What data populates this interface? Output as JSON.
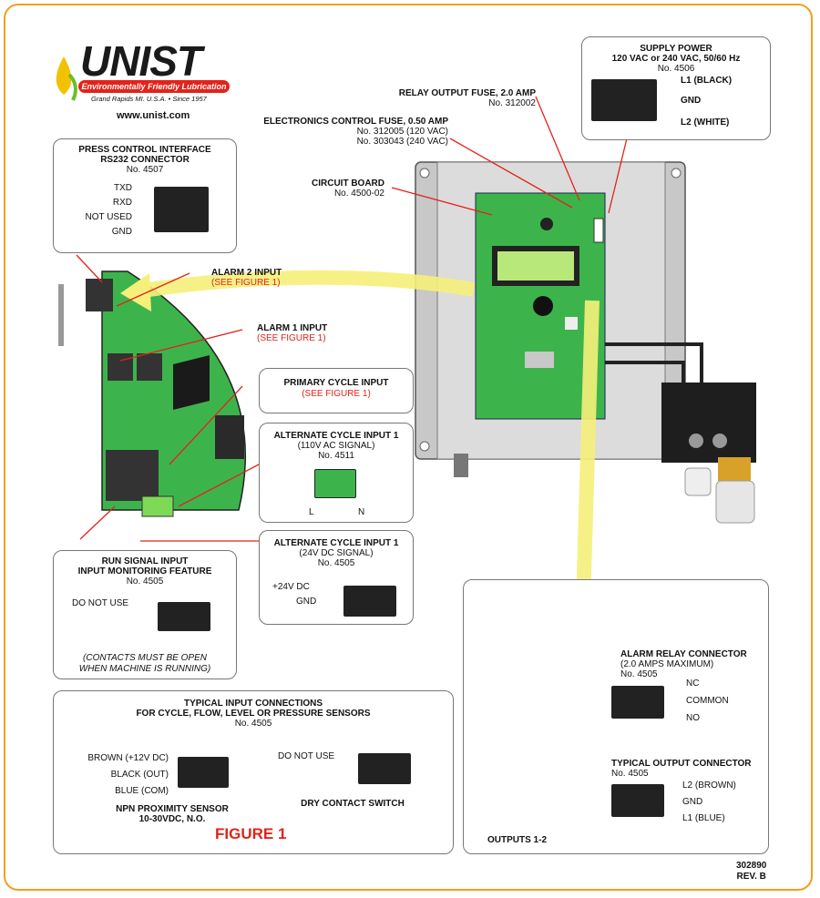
{
  "brand": {
    "logo_text": "UNIST",
    "logo_band": "Environmentally Friendly Lubrication",
    "logo_tagline": "Grand Rapids MI.  U.S.A.  •  Since 1957",
    "url": "www.unist.com"
  },
  "supply_power": {
    "title": "SUPPLY POWER",
    "line1": "120 VAC or 240 VAC, 50/60 Hz",
    "part": "No. 4506",
    "pins": [
      "L1 (BLACK)",
      "GND",
      "L2 (WHITE)"
    ]
  },
  "relay_output_fuse": {
    "title": "RELAY OUTPUT FUSE, 2.0 AMP",
    "part": "No. 312002"
  },
  "electronics_fuse": {
    "title": "ELECTRONICS CONTROL FUSE, 0.50 AMP",
    "part1": "No. 312005 (120 VAC)",
    "part2": "No. 303043 (240 VAC)"
  },
  "circuit_board": {
    "title": "CIRCUIT BOARD",
    "part": "No. 4500-02"
  },
  "press_control": {
    "title1": "PRESS CONTROL INTERFACE",
    "title2": "RS232 CONNECTOR",
    "part": "No. 4507",
    "pins": [
      "TXD",
      "RXD",
      "NOT USED",
      "GND"
    ]
  },
  "alarm2": {
    "title": "ALARM 2 INPUT",
    "ref": "(SEE FIGURE 1)"
  },
  "alarm1": {
    "title": "ALARM 1 INPUT",
    "ref": "(SEE FIGURE 1)"
  },
  "primary_cycle": {
    "title": "PRIMARY CYCLE INPUT",
    "ref": "(SEE FIGURE 1)"
  },
  "alt_cycle_ac": {
    "title": "ALTERNATE CYCLE INPUT 1",
    "signal": "(110V AC SIGNAL)",
    "part": "No. 4511",
    "pin_l": "L",
    "pin_n": "N"
  },
  "alt_cycle_dc": {
    "title": "ALTERNATE CYCLE INPUT 1",
    "signal": "(24V DC SIGNAL)",
    "part": "No. 4505",
    "pins": [
      "+24V DC",
      "GND"
    ]
  },
  "run_signal": {
    "title1": "RUN SIGNAL INPUT",
    "title2": "INPUT MONITORING FEATURE",
    "part": "No. 4505",
    "pin": "DO NOT USE",
    "note1": "(CONTACTS MUST BE OPEN",
    "note2": "WHEN MACHINE IS RUNNING)"
  },
  "typical_input": {
    "title1": "TYPICAL INPUT CONNECTIONS",
    "title2": "FOR CYCLE, FLOW, LEVEL OR PRESSURE SENSORS",
    "part": "No. 4505",
    "npn_pins": [
      "BROWN (+12V DC)",
      "BLACK (OUT)",
      "BLUE (COM)"
    ],
    "npn_title": "NPN PROXIMITY SENSOR",
    "npn_spec": "10-30VDC, N.O.",
    "dry_pin": "DO NOT USE",
    "dry_title": "DRY CONTACT SWITCH",
    "figure": "FIGURE 1"
  },
  "alarm_relay": {
    "title": "ALARM RELAY CONNECTOR",
    "spec": "(2.0 AMPS MAXIMUM)",
    "part": "No. 4505",
    "pins": [
      "NC",
      "COMMON",
      "NO"
    ]
  },
  "typical_output": {
    "title": "TYPICAL OUTPUT CONNECTOR",
    "part": "No. 4505",
    "pins": [
      "L2 (BROWN)",
      "GND",
      "L1 (BLUE)"
    ]
  },
  "outputs": {
    "title": "OUTPUTS 1-2"
  },
  "doc": {
    "number": "302890",
    "rev": "REV. B"
  },
  "colors": {
    "board_green": "#3cb44b",
    "callout_red": "#e2231a",
    "arrow_yellow": "#f5f07a",
    "frame_orange": "#f0a020"
  }
}
